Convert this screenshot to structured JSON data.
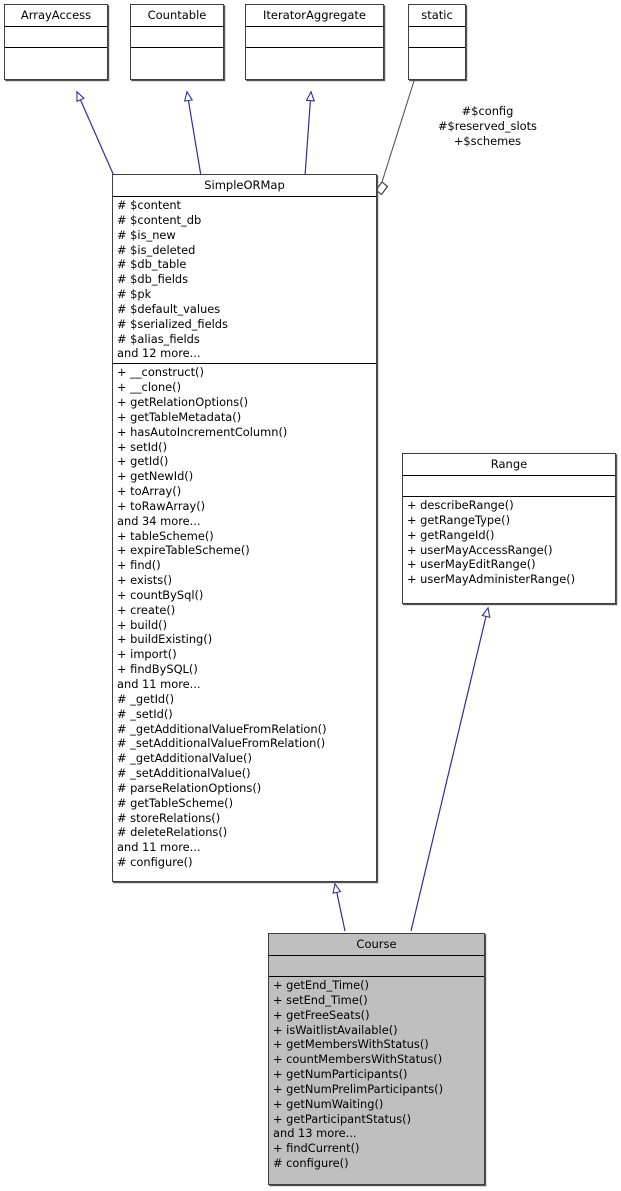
{
  "diagram": {
    "type": "uml-class-diagram",
    "title": "SimpleORMap class hierarchy",
    "background_color": "#ffffff",
    "inheritance_edge_color": "#2e3192",
    "aggregation_edge_color": "#555555",
    "class_fill_default": "#ffffff",
    "class_fill_highlight": "#bfbfbf",
    "border_color": "#3f3f3f"
  },
  "classes": {
    "array_access": {
      "name": "ArrayAccess",
      "attributes": [],
      "operations": []
    },
    "countable": {
      "name": "Countable",
      "attributes": [],
      "operations": []
    },
    "iterator_aggregate": {
      "name": "IteratorAggregate",
      "attributes": [],
      "operations": []
    },
    "static_class": {
      "name": "static",
      "attributes": [],
      "operations": []
    },
    "simple_ormap": {
      "name": "SimpleORMap",
      "attributes": [
        "# $content",
        "# $content_db",
        "# $is_new",
        "# $is_deleted",
        "# $db_table",
        "# $db_fields",
        "# $pk",
        "# $default_values",
        "# $serialized_fields",
        "# $alias_fields",
        "and 12 more..."
      ],
      "operations": [
        "+ __construct()",
        "+ __clone()",
        "+ getRelationOptions()",
        "+ getTableMetadata()",
        "+ hasAutoIncrementColumn()",
        "+ setId()",
        "+ getId()",
        "+ getNewId()",
        "+ toArray()",
        "+ toRawArray()",
        "and 34 more...",
        "+ tableScheme()",
        "+ expireTableScheme()",
        "+ find()",
        "+ exists()",
        "+ countBySql()",
        "+ create()",
        "+ build()",
        "+ buildExisting()",
        "+ import()",
        "+ findBySQL()",
        "and 11 more...",
        "# _getId()",
        "# _setId()",
        "# _getAdditionalValueFromRelation()",
        "# _setAdditionalValueFromRelation()",
        "# _getAdditionalValue()",
        "# _setAdditionalValue()",
        "# parseRelationOptions()",
        "# getTableScheme()",
        "# storeRelations()",
        "# deleteRelations()",
        "and 11 more...",
        "# configure()"
      ]
    },
    "range": {
      "name": "Range",
      "attributes": [],
      "operations": [
        "+ describeRange()",
        "+ getRangeType()",
        "+ getRangeId()",
        "+ userMayAccessRange()",
        "+ userMayEditRange()",
        "+ userMayAdministerRange()"
      ]
    },
    "course": {
      "name": "Course",
      "attributes": [],
      "operations": [
        "+ getEnd_Time()",
        "+ setEnd_Time()",
        "+ getFreeSeats()",
        "+ isWaitlistAvailable()",
        "+ getMembersWithStatus()",
        "+ countMembersWithStatus()",
        "+ getNumParticipants()",
        "+ getNumPrelimParticipants()",
        "+ getNumWaiting()",
        "+ getParticipantStatus()",
        "and 13 more...",
        "+ findCurrent()",
        "# configure()"
      ]
    }
  },
  "edge_labels": {
    "static_aggregation": [
      "#$config",
      "#$reserved_slots",
      "+$schemes"
    ]
  }
}
